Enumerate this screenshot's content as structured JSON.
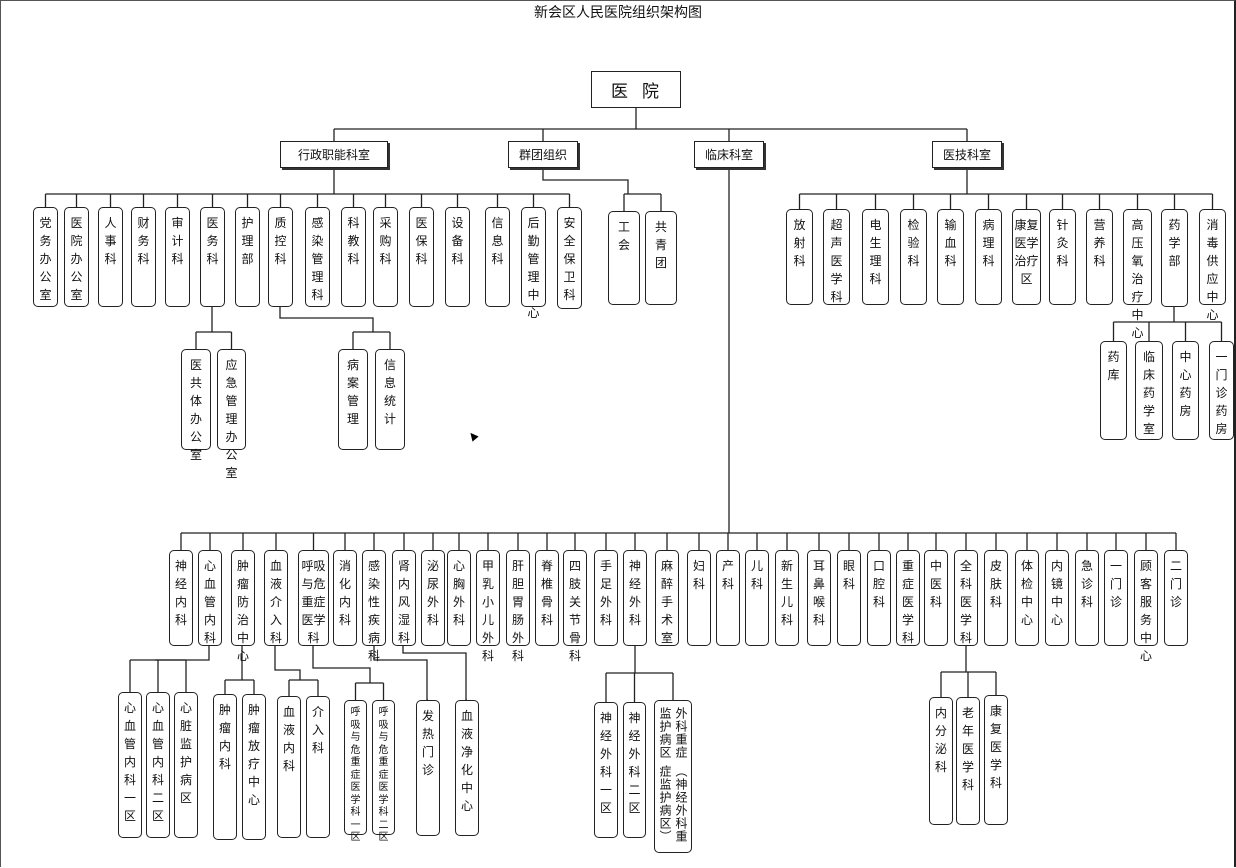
{
  "title": "新会区人民医院组织架构图",
  "root": "医院",
  "categories": [
    "行政职能科室",
    "群团组织",
    "临床科室",
    "医技科室"
  ],
  "admin": [
    "党务办公室",
    "医院办公室",
    "人事科",
    "财务科",
    "审计科",
    "医务科",
    "护理部",
    "质控科",
    "感染管理科",
    "科教科",
    "采购科",
    "医保科",
    "设备科",
    "信息科",
    "后勤管理中心",
    "安全保卫科"
  ],
  "admin_sub": {
    "medical_affairs": [
      "医共体办公室",
      "应急管理办公室"
    ],
    "quality_control": [
      "病案管理",
      "信息统计"
    ]
  },
  "mass": [
    "工会",
    "共青团"
  ],
  "medtech": [
    "放射科",
    "超声医学科",
    "电生理科",
    "检验科",
    "输血科",
    "病理科",
    "康复医学治疗区",
    "针灸科",
    "营养科",
    "高压氧治疗中心",
    "药学部",
    "消毒供应中心"
  ],
  "pharmacy": [
    "药库",
    "临床药学室",
    "中心药房",
    "一门诊药房"
  ],
  "clinical": [
    "神经内科",
    "心血管内科",
    "肿瘤防治中心",
    "血液介入科",
    "呼吸与危重症医学科",
    "消化内科",
    "感染性疾病科",
    "肾内风湿科",
    "泌尿外科",
    "心胸外科",
    "甲乳小儿外科",
    "肝胆胃肠外科",
    "脊椎骨科",
    "四肢关节骨科",
    "手足外科",
    "神经外科",
    "麻醉手术室",
    "妇科",
    "产科",
    "儿科",
    "新生儿科",
    "耳鼻喉科",
    "眼科",
    "口腔科",
    "重症医学科",
    "中医科",
    "全科医学科",
    "皮肤科",
    "体检中心",
    "内镜中心",
    "急诊科",
    "一门诊",
    "顾客服务中心",
    "二门诊"
  ],
  "clinical_sub": {
    "cardio": [
      "心血管内科一区",
      "心血管内科二区",
      "心脏监护病区"
    ],
    "tumor": [
      "肿瘤内科",
      "肿瘤放疗中心"
    ],
    "blood": [
      "血液内科",
      "介入科"
    ],
    "resp": [
      "呼吸与危重症医学科一区",
      "呼吸与危重症医学科二区"
    ],
    "infect": [
      "发热门诊"
    ],
    "nephro": [
      "血液净化中心"
    ],
    "neurosurg": [
      "神经外科一区",
      "神经外科二区",
      "外科重症监护病区"
    ],
    "neurosurg_note": "（神经外科重症监护病区）",
    "general": [
      "内分泌科",
      "老年医学科",
      "康复医学科"
    ]
  }
}
